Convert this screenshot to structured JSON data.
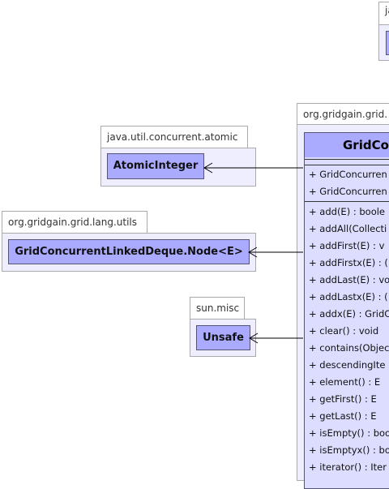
{
  "top_right_package": {
    "tab_label": "ja"
  },
  "main_package": {
    "tab_label": "org.gridgain.grid.",
    "class_name": "GridCo",
    "constructors": [
      "+ GridConcurren",
      "+ GridConcurren"
    ],
    "methods": [
      "+ add(E) : boole",
      "+ addAll(Collecti",
      "+ addFirst(E) : v",
      "+ addFirstx(E) : (",
      "+ addLast(E) : vo",
      "+ addLastx(E) : (",
      "+ addx(E) : GridC",
      "+ clear() : void",
      "+ contains(Objec",
      "+ descendingIte",
      "+ element() : E",
      "+ getFirst() : E",
      "+ getLast() : E",
      "+ isEmpty() : boo",
      "+ isEmptyx() : bo",
      "+ iterator() : Iter"
    ]
  },
  "dependencies": [
    {
      "package": "java.util.concurrent.atomic",
      "class": "AtomicInteger"
    },
    {
      "package": "org.gridgain.grid.lang.utils",
      "class": "GridConcurrentLinkedDeque.Node<E>"
    },
    {
      "package": "sun.misc",
      "class": "Unsafe"
    }
  ]
}
